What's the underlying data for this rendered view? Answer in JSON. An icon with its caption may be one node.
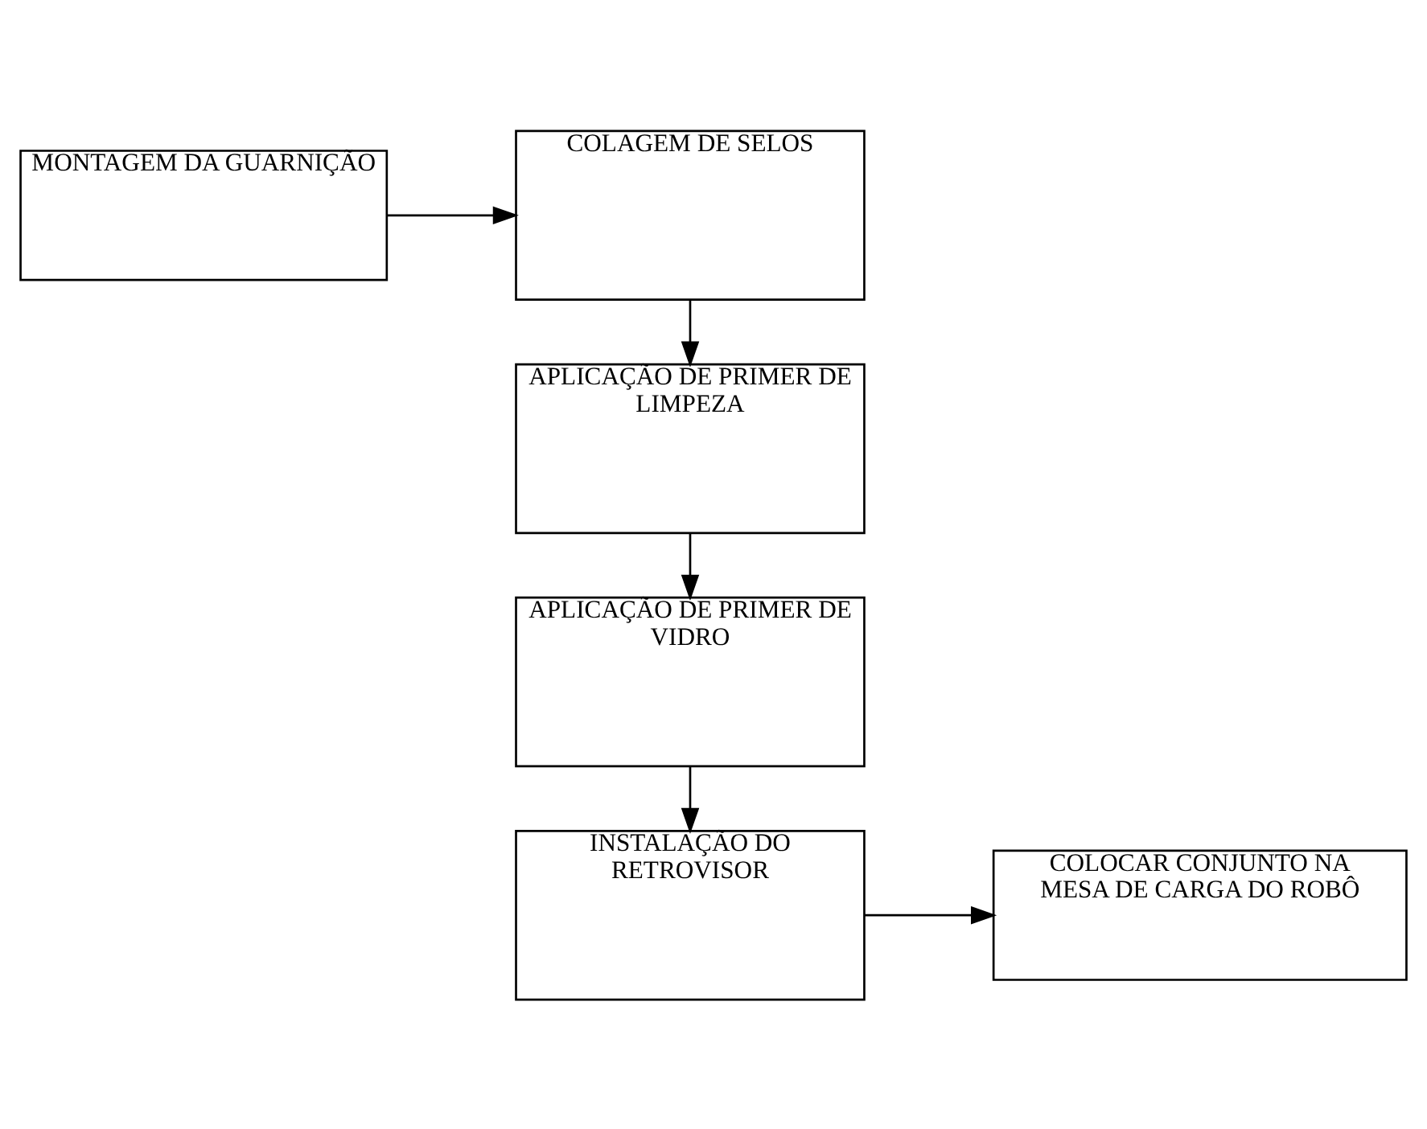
{
  "diagram": {
    "nodes": [
      {
        "text": [
          "MONTAGEM DA GUARNIÇÃO"
        ]
      },
      {
        "text": [
          "COLAGEM DE SELOS"
        ]
      },
      {
        "text": [
          "APLICAÇÃO DE PRIMER DE LIMPEZA"
        ]
      },
      {
        "text": [
          "APLICAÇÃO DE PRIMER DE VIDRO"
        ]
      },
      {
        "text": [
          "INSTALAÇÃO DO RETROVISOR"
        ]
      },
      {
        "text": [
          "COLOCAR CONJUNTO NA MESA DE CARGA DO ROBÔ"
        ]
      }
    ],
    "edges": [
      {
        "from": 0,
        "to": 1,
        "arrow": "to"
      },
      {
        "from": 1,
        "to": 2,
        "arrow": "to"
      },
      {
        "from": 2,
        "to": 3,
        "arrow": "to"
      },
      {
        "from": 3,
        "to": 4,
        "arrow": "to"
      },
      {
        "from": 4,
        "to": 5,
        "arrow": "to"
      }
    ]
  }
}
